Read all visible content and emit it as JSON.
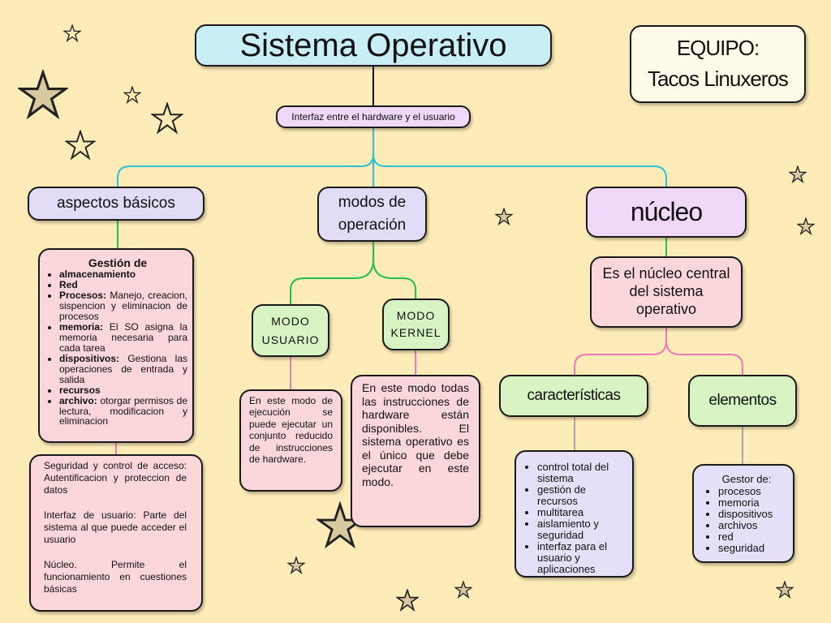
{
  "title": "Sistema Operativo",
  "team": {
    "label": "EQUIPO:",
    "name": "Tacos Linuxeros"
  },
  "definition": "Interfaz entre el hardware y el usuario",
  "branches": {
    "basics": {
      "label": "aspectos básicos",
      "management": {
        "heading": "Gestión de",
        "items": [
          {
            "bold": "almacenamiento",
            "text": ""
          },
          {
            "bold": "Red",
            "text": ""
          },
          {
            "bold": "Procesos:",
            "text": " Manejo, creacion, sispencion y eliminacion de procesos"
          },
          {
            "bold": "memoria:",
            "text": " El SO asigna la memoria necesaria para cada tarea"
          },
          {
            "bold": "dispositivos:",
            "text": " Gestiona las operaciones de entrada y salida"
          },
          {
            "bold": "recursos",
            "text": ""
          },
          {
            "bold": "archivo:",
            "text": " otorgar permisos de lectura, modificacion y eliminacion"
          }
        ]
      },
      "details": [
        "Seguridad y control de acceso: Autentificacion y proteccion de datos",
        "Interfaz de usuario: Parte del sistema al que puede acceder el usuario",
        "Núcleo. Permite el funcionamiento en cuestiones básicas"
      ]
    },
    "modes": {
      "label": "modos de operación",
      "user": {
        "label": "MODO USUARIO",
        "text": "En este modo de ejecución se puede ejecutar un conjunto reducido de instrucciones de hardware."
      },
      "kernel": {
        "label": "MODO KERNEL",
        "text": "En este modo todas las instrucciones de hardware están disponibles. El sistema operativo es el único que debe ejecutar en este modo."
      }
    },
    "kernel": {
      "label": "núcleo",
      "description": "Es el núcleo central del sistema operativo",
      "features": {
        "label": "características",
        "items": [
          "control total del sistema",
          "gestión de recursos",
          "multitarea",
          "aislamiento y seguridad",
          "interfaz para el usuario y aplicaciones"
        ]
      },
      "elements": {
        "label": "elementos",
        "heading": "Gestor de:",
        "items": [
          "procesos",
          "memoria",
          "dispositivos",
          "archivos",
          "red",
          "seguridad"
        ]
      }
    }
  },
  "colors": {
    "background": "#fdebb8",
    "line_cyan": "#30c0d8",
    "line_green": "#22c14f",
    "line_pink": "#f07ab8",
    "line_gray": "#aaaaaa"
  }
}
